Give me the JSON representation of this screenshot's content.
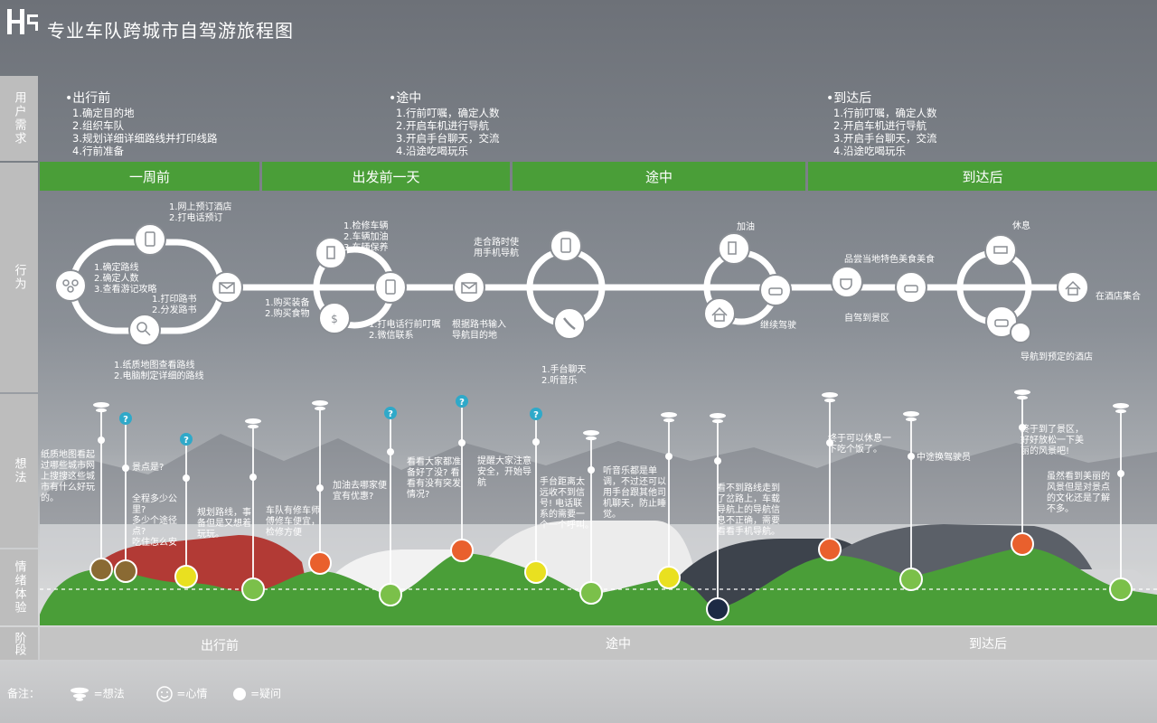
{
  "title": "专业车队跨城市自驾游旅程图",
  "row_labels": {
    "needs": "用户需求",
    "behavior": "行为",
    "thoughts": "想法",
    "emotion": "情绪体验",
    "phase": "阶段"
  },
  "needs": [
    {
      "head": "•出行前",
      "lines": [
        "1.确定目的地",
        "2.组织车队",
        "3.规划详细详细路线并打印线路",
        "4.行前准备"
      ]
    },
    {
      "head": "•途中",
      "lines": [
        "1.行前叮嘱，确定人数",
        "2.开启车机进行导航",
        "3.开启手台聊天，交流",
        "4.沿途吃喝玩乐"
      ]
    },
    {
      "head": "•到达后",
      "lines": [
        "1.行前叮嘱，确定人数",
        "2.开启车机进行导航",
        "3.开启手台聊天，交流",
        "4.沿途吃喝玩乐"
      ]
    }
  ],
  "stages": [
    "一周前",
    "出发前一天",
    "途中",
    "到达后"
  ],
  "behavior_labels": {
    "b1": "1.网上预订酒店\n2.打电话预订",
    "b2": "1.确定路线\n2.确定人数\n3.查看游记攻略",
    "b3": "1.打印路书\n2.分发路书",
    "b4": "1.纸质地图查看路线\n2.电脑制定详细的路线",
    "b5": "1.检修车辆\n2.车辆加油\n3.车辆保养",
    "b6": "1.购买装备\n2.购买食物",
    "b7": "1.打电话行前叮嘱\n2.微信联系",
    "b8": "走合路时使\n用手机导航",
    "b9": "根据路书输入\n导航目的地",
    "b10": "1.手台聊天\n2.听音乐",
    "b11": "加油",
    "b12": "继续驾驶",
    "b13": "品尝当地特色美食美食",
    "b14": "自驾到景区",
    "b15": "休息",
    "b16": "在酒店集合",
    "b17": "导航到预定的酒店"
  },
  "thoughts": [
    "纸质地图看起\n过哪些城市网\n上搜搜这些城\n市有什么好玩\n的。",
    "景点是?",
    "全程多少公\n里?\n多少个途径\n点?\n吃住怎么安",
    "规划路线，事\n备但是又想着\n玩玩。",
    "车队有修车师\n傅修车便宜，\n检修方便",
    "加油去哪家便\n宜有优惠?",
    "看看大家都准\n备好了没? 看\n看有没有突发\n情况?",
    "提醒大家注意\n安全，开始导\n航",
    "手台距离太\n远收不到信\n号! 电话联\n系的需要一\n个一个呼叫。",
    "听音乐都是单\n调，不过还可以\n用手台跟其他司\n机聊天，防止睡\n觉。",
    "看不到路线走到\n了岔路上，车载\n导航上的导航信\n息不正确，需要\n看看手机导航。",
    "终于可以休息一\n下吃个饭了。",
    "中途换驾驶员",
    "终于到了景区，\n好好放松一下美\n丽的风景吧!",
    "虽然看到美丽的\n风景但是对景点\n的文化还是了解\n不多。"
  ],
  "phases": [
    "出行前",
    "途中",
    "到达后"
  ],
  "legend": {
    "prefix": "备注：",
    "thought": "=想法",
    "mood": "=心情",
    "question": "=疑问"
  },
  "colors": {
    "green": "#4a9e38",
    "mood_happy": "#e9602d",
    "mood_neutral": "#e9e020",
    "mood_sad": "#7bc04a",
    "mood_brown": "#8a6a33",
    "mood_dark": "#1d2a44"
  }
}
